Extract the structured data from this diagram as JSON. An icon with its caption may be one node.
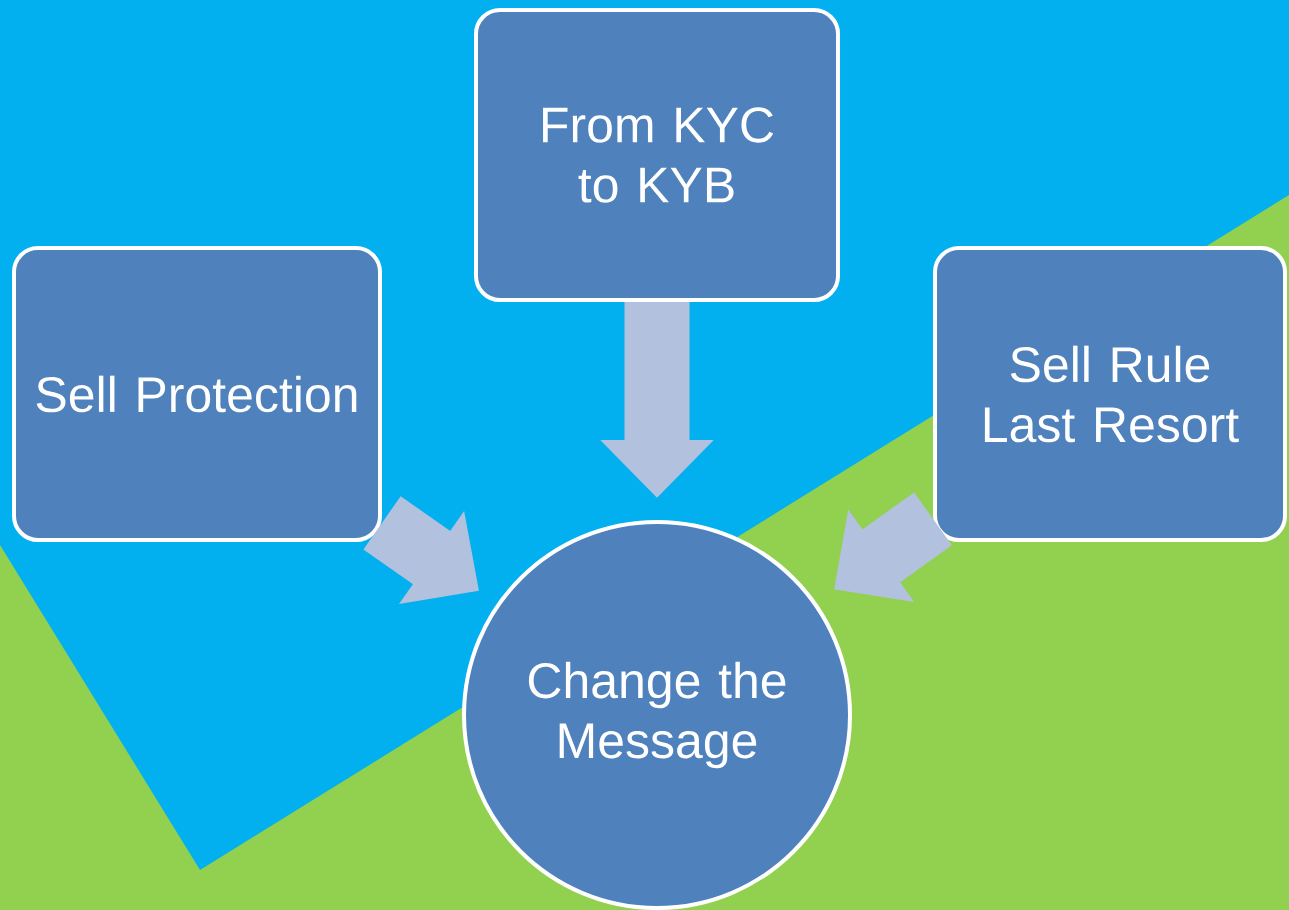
{
  "diagram": {
    "nodes": [
      {
        "text": [
          "From KYC to KYB"
        ]
      },
      {
        "text": [
          "Sell Protection"
        ]
      },
      {
        "text": [
          "Sell Rule Last Resort"
        ]
      },
      {
        "text": [
          "Change the Message"
        ]
      }
    ],
    "edges": [
      {
        "from": 0,
        "to": 3,
        "arrow": "to"
      },
      {
        "from": 1,
        "to": 3,
        "arrow": "to"
      },
      {
        "from": 2,
        "to": 3,
        "arrow": "to"
      }
    ]
  }
}
